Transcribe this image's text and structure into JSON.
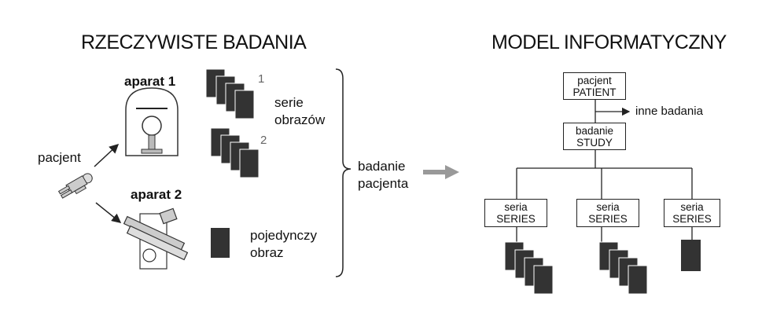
{
  "left": {
    "title": "RZECZYWISTE BADANIA",
    "device1": "aparat 1",
    "device2": "aparat 2",
    "patient": "pacjent",
    "series_label": [
      "serie",
      "obrazów"
    ],
    "series_numbers": [
      "1",
      "2"
    ],
    "single_label": [
      "pojedynczy",
      "obraz"
    ],
    "study_label": [
      "badanie",
      "pacjenta"
    ]
  },
  "right": {
    "title": "MODEL INFORMATYCZNY",
    "patient_box": [
      "pacjent",
      "PATIENT"
    ],
    "other_studies": "inne badania",
    "study_box": [
      "badanie",
      "STUDY"
    ],
    "series_boxes": [
      [
        "seria",
        "SERIES"
      ],
      [
        "seria",
        "SERIES"
      ],
      [
        "seria",
        "SERIES"
      ]
    ]
  },
  "colors": {
    "ink": "#111111",
    "image_fill": "#333333",
    "arrow_gray": "#999999",
    "device_gray": "#bbbbbb"
  },
  "icons": [
    "patient-figure-icon",
    "scanner-icon",
    "ct-gantry-icon",
    "image-stack-icon",
    "curly-brace-icon",
    "process-arrow-icon"
  ]
}
